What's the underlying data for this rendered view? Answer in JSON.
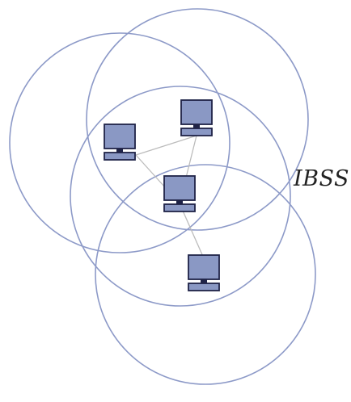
{
  "diagram": {
    "label": "IBSS"
  },
  "colors": {
    "background": "#ffffff",
    "circle_stroke": "#8d9ac8",
    "link_line": "#bcbcbc",
    "computer_fill": "#8a98c4",
    "computer_outline": "#1f2347",
    "label_text": "#222222"
  },
  "nodes": [
    {
      "id": "computer-top-left",
      "icon": "computer-icon"
    },
    {
      "id": "computer-top-right",
      "icon": "computer-icon"
    },
    {
      "id": "computer-center",
      "icon": "computer-icon"
    },
    {
      "id": "computer-bottom",
      "icon": "computer-icon"
    }
  ],
  "links": [
    {
      "from": "computer-top-left",
      "to": "computer-center"
    },
    {
      "from": "computer-top-left",
      "to": "computer-top-right"
    },
    {
      "from": "computer-top-right",
      "to": "computer-center"
    },
    {
      "from": "computer-center",
      "to": "computer-bottom"
    }
  ],
  "coverage_areas": [
    {
      "node": "computer-top-left"
    },
    {
      "node": "computer-top-right"
    },
    {
      "node": "computer-center"
    },
    {
      "node": "computer-bottom"
    }
  ]
}
